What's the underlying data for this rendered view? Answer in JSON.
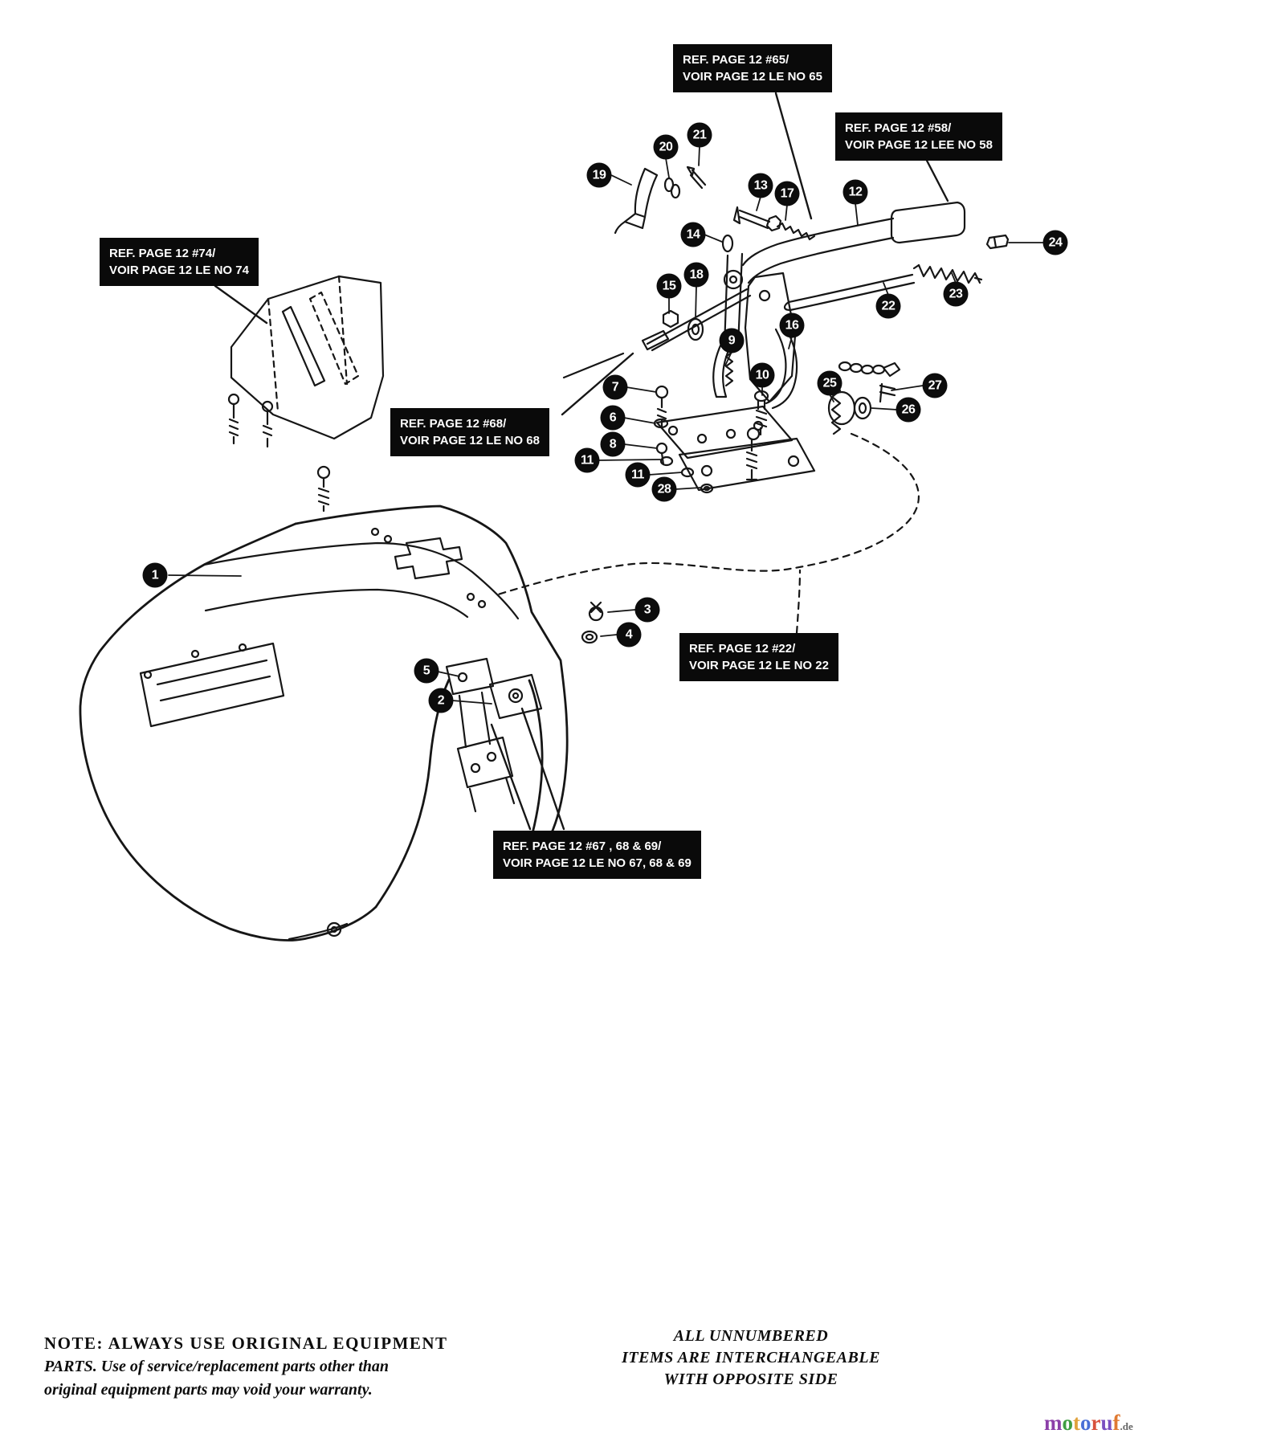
{
  "diagram": {
    "type": "exploded-parts-diagram",
    "subject": "fender and control linkage assembly",
    "line_color": "#161616",
    "background": "#ffffff"
  },
  "ref_boxes": [
    {
      "name": "ref-page12-65",
      "line1": "REF.  PAGE 12 #65/",
      "line2": "VOIR PAGE 12 LE NO 65"
    },
    {
      "name": "ref-page12-58",
      "line1": "REF.  PAGE 12 #58/",
      "line2": "VOIR PAGE 12 LEE NO 58"
    },
    {
      "name": "ref-page12-74",
      "line1": "REF. PAGE 12 #74/",
      "line2": "VOIR PAGE 12 LE NO 74"
    },
    {
      "name": "ref-page12-68",
      "line1": "REF.  PAGE 12 #68/",
      "line2": "VOIR PAGE 12 LE NO 68"
    },
    {
      "name": "ref-page12-22",
      "line1": "REF.  PAGE 12 #22/",
      "line2": "VOIR PAGE 12 LE NO 22"
    },
    {
      "name": "ref-page12-67-68-69",
      "line1": "REF.  PAGE 12 #67 , 68 & 69/",
      "line2": "VOIR PAGE 12 LE NO 67, 68 & 69"
    }
  ],
  "callouts": [
    {
      "n": "1"
    },
    {
      "n": "2"
    },
    {
      "n": "3"
    },
    {
      "n": "4"
    },
    {
      "n": "5"
    },
    {
      "n": "6"
    },
    {
      "n": "7"
    },
    {
      "n": "8"
    },
    {
      "n": "9"
    },
    {
      "n": "10"
    },
    {
      "n": "11"
    },
    {
      "n": "11"
    },
    {
      "n": "12"
    },
    {
      "n": "13"
    },
    {
      "n": "14"
    },
    {
      "n": "15"
    },
    {
      "n": "16"
    },
    {
      "n": "17"
    },
    {
      "n": "18"
    },
    {
      "n": "19"
    },
    {
      "n": "20"
    },
    {
      "n": "21"
    },
    {
      "n": "22"
    },
    {
      "n": "23"
    },
    {
      "n": "24"
    },
    {
      "n": "25"
    },
    {
      "n": "26"
    },
    {
      "n": "27"
    },
    {
      "n": "28"
    }
  ],
  "notes": {
    "left_line1": "NOTE: ALWAYS USE ORIGINAL EQUIPMENT",
    "left_line2": "PARTS. Use of service/replacement parts other than",
    "left_line3": "original equipment parts may void your warranty.",
    "right_line1": "ALL UNNUMBERED",
    "right_line2": "ITEMS ARE INTERCHANGEABLE",
    "right_line3": "WITH OPPOSITE SIDE"
  },
  "watermark": {
    "letters": [
      {
        "ch": "m",
        "color": "#8b3fa8"
      },
      {
        "ch": "o",
        "color": "#3f9e42"
      },
      {
        "ch": "t",
        "color": "#e0a23c"
      },
      {
        "ch": "o",
        "color": "#4a6fd6"
      },
      {
        "ch": "r",
        "color": "#d8503c"
      },
      {
        "ch": "u",
        "color": "#7a4fc0"
      },
      {
        "ch": "f",
        "color": "#e07a32"
      }
    ],
    "suffix": ".de",
    "suffix_color": "#666666"
  }
}
